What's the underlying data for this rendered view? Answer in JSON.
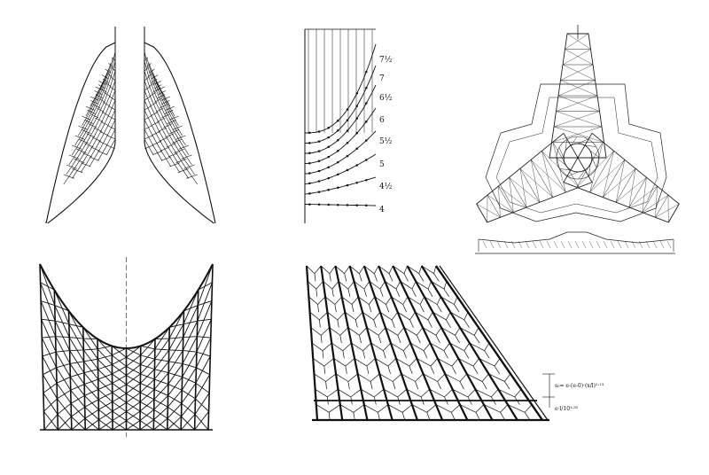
{
  "curve_labels": [
    "7½",
    "7",
    "6½",
    "6",
    "5½",
    "5",
    "4½",
    "4"
  ],
  "annotations": {
    "formula": "s₀= e-(e-0)·(x/l)²·¹³",
    "formula_b": "e·l/10¹·³⁵"
  },
  "colors": {
    "ink": "#111111",
    "paper": "#ffffff"
  }
}
